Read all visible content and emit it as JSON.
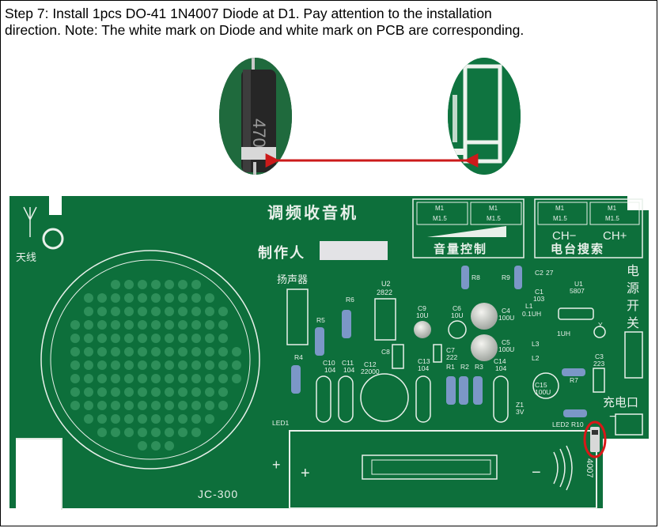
{
  "caption": {
    "line1": "Step 7: Install 1pcs DO-41 1N4007 Diode at D1. Pay attention to the installation",
    "line2": "direction. Note: The white mark on Diode and white mark on PCB are corresponding."
  },
  "colors": {
    "pcb": "#0d6f3b",
    "pcb_dark": "#0a5a30",
    "silkscreen": "#e8f0ea",
    "arrow": "#cc1a1a",
    "highlight": "#d81818"
  },
  "pcb": {
    "title": "调频收音机",
    "maker_label": "制作人",
    "antenna_label": "天线",
    "speaker_label": "扬声器",
    "volume_label": "音量控制",
    "tuning_label": "电台搜索",
    "ch_minus": "CH−",
    "ch_plus": "CH+",
    "power_label": [
      "电",
      "源",
      "开",
      "关"
    ],
    "charge_label": "充电口",
    "model": "JC-300",
    "diode_label": "4007",
    "plus_sign": "+",
    "minus_sign": "−",
    "pot_labels": [
      "M1",
      "M1.5",
      "M1",
      "M1.5"
    ],
    "tune_labels": [
      "M1",
      "M1.5",
      "M1",
      "M1.5"
    ],
    "components": {
      "r8": "R8",
      "r9": "R9",
      "c2": "C2",
      "c2v": "27",
      "c1": "C1",
      "c1v": "103",
      "u1": "U1",
      "u1v": "5807",
      "l1": "L1",
      "l1v": "0.1UH",
      "u2": "U2",
      "u2v": "2822",
      "r6": "R6",
      "r5": "R5",
      "r4": "R4",
      "c9": "C9",
      "c9v": "10U",
      "c6": "C6",
      "c6v": "10U",
      "c4": "C4",
      "c4v": "100U",
      "c5": "C5",
      "c5v": "100U",
      "c8": "C8",
      "c7": "C7",
      "c7v": "222",
      "l3": "L3",
      "l3v": "1UH",
      "l2": "L2",
      "y": "Y",
      "c10": "C10",
      "c10v": "104",
      "c11": "C11",
      "c11v": "104",
      "c12": "C12",
      "c12v": "22000",
      "c13": "C13",
      "c13v": "104",
      "r1": "R1",
      "r2": "R2",
      "r3": "R3",
      "c14": "C14",
      "c14v": "104",
      "c3": "C3",
      "c3v": "223",
      "r7": "R7",
      "c15": "C15",
      "c15v": "100U",
      "z1": "Z1",
      "z1v": "3V",
      "led1": "LED1",
      "led2": "LED2",
      "r10": "R10"
    }
  }
}
